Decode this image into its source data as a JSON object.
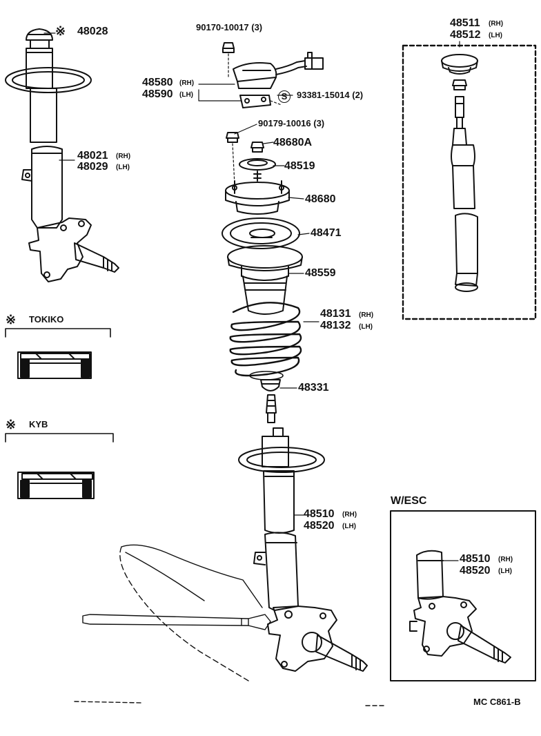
{
  "marks": {
    "ref": "※",
    "s_symbol": "S"
  },
  "labels": {
    "p48028": "48028",
    "p90170": "90170-10017 (3)",
    "p48580": "48580",
    "p48590": "48590",
    "p93381": "93381-15014 (2)",
    "p90179": "90179-10016 (3)",
    "p48680A": "48680A",
    "p48519": "48519",
    "p48680": "48680",
    "p48471": "48471",
    "p48559": "48559",
    "p48131": "48131",
    "p48132": "48132",
    "p48331": "48331",
    "p48510": "48510",
    "p48520": "48520",
    "p48021": "48021",
    "p48029": "48029",
    "p48511": "48511",
    "p48512": "48512",
    "p48510esc": "48510",
    "p48520esc": "48520"
  },
  "side_tags": {
    "rh": "(RH)",
    "lh": "(LH)"
  },
  "sections": {
    "tokiko": "TOKIKO",
    "kyb": "KYB",
    "wesc": "W/ESC"
  },
  "footer": {
    "code": "MC C861-B"
  }
}
